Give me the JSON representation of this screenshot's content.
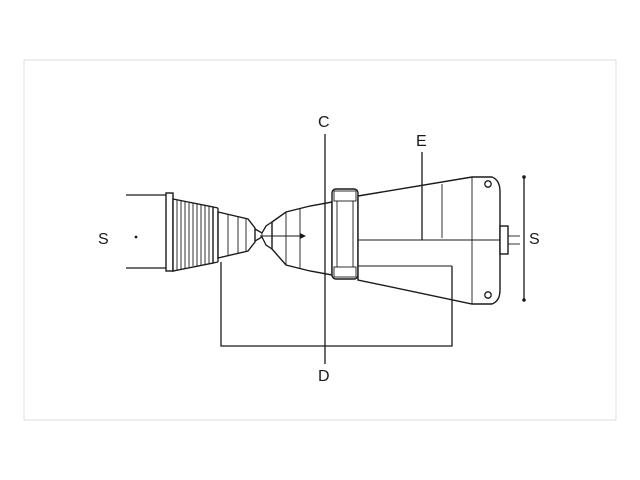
{
  "labels": {
    "s_left": "S",
    "s_right": "S",
    "c_top": "C",
    "d_bottom": "D",
    "e_top": "E"
  }
}
